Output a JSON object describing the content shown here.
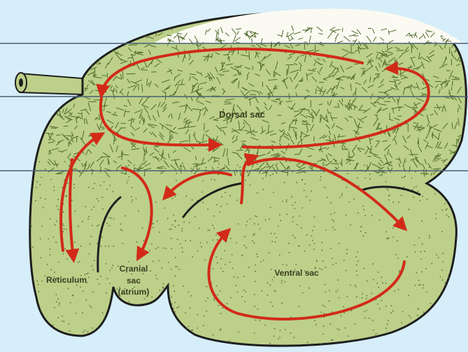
{
  "labels": {
    "dorsal_sac": "Dorsal sac",
    "ventral_sac": "Ventral sac",
    "reticulum": "Reticulum",
    "cranial_sac_line1": "Cranial",
    "cranial_sac_line2": "sac",
    "cranial_sac_line3": "(atrium)"
  },
  "colors": {
    "background": "#d6eef9",
    "stomach_fill": "#bcd08a",
    "outline": "#1e1e1e",
    "fiber": "#4f6a2b",
    "arrow": "#d22a18",
    "gas_cap": "#fbfaf2",
    "level_lines": "#4a5f75"
  }
}
